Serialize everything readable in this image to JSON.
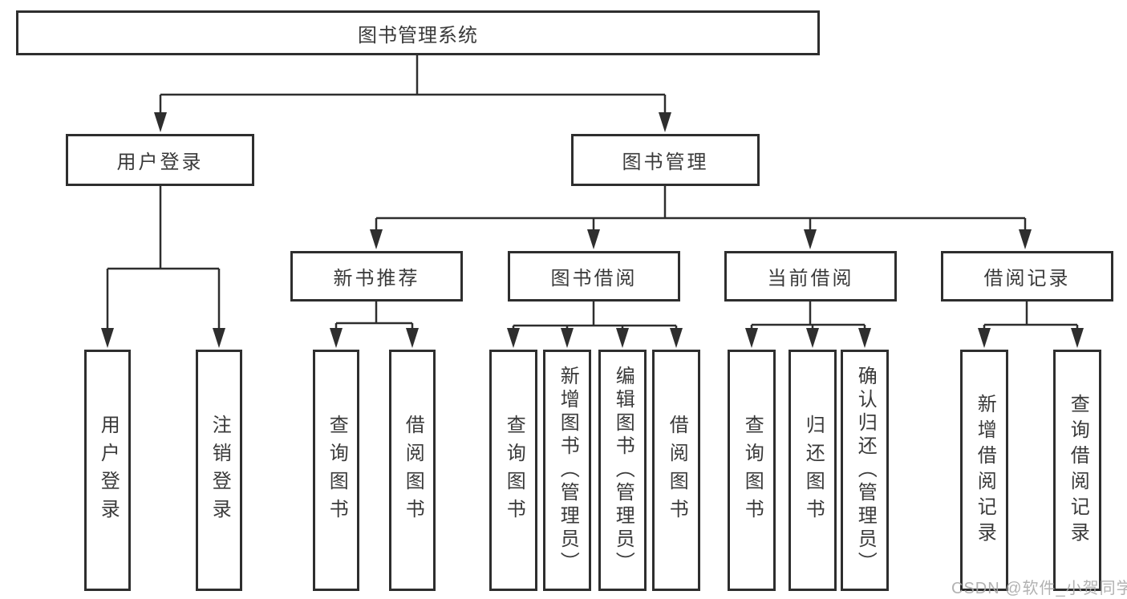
{
  "diagram": {
    "root": {
      "label": "图书管理系统"
    },
    "branches": [
      {
        "label": "用户登录",
        "children": [
          {
            "label": "用户登录"
          },
          {
            "label": "注销登录"
          }
        ]
      },
      {
        "label": "图书管理",
        "children": [
          {
            "label": "新书推荐",
            "children": [
              {
                "label": "查询图书"
              },
              {
                "label": "借阅图书"
              }
            ]
          },
          {
            "label": "图书借阅",
            "children": [
              {
                "label": "查询图书"
              },
              {
                "label": "新增图书（管理员）"
              },
              {
                "label": "编辑图书（管理员）"
              },
              {
                "label": "借阅图书"
              }
            ]
          },
          {
            "label": "当前借阅",
            "children": [
              {
                "label": "查询图书"
              },
              {
                "label": "归还图书"
              },
              {
                "label": "确认归还（管理员）"
              }
            ]
          },
          {
            "label": "借阅记录",
            "children": [
              {
                "label": "新增借阅记录"
              },
              {
                "label": "查询借阅记录"
              }
            ]
          }
        ]
      }
    ]
  },
  "watermark": {
    "text": "CSDN @软件_小贺同学"
  },
  "colors": {
    "line": "#2e2e2e",
    "text": "#3a3a3a",
    "background": "#ffffff"
  }
}
